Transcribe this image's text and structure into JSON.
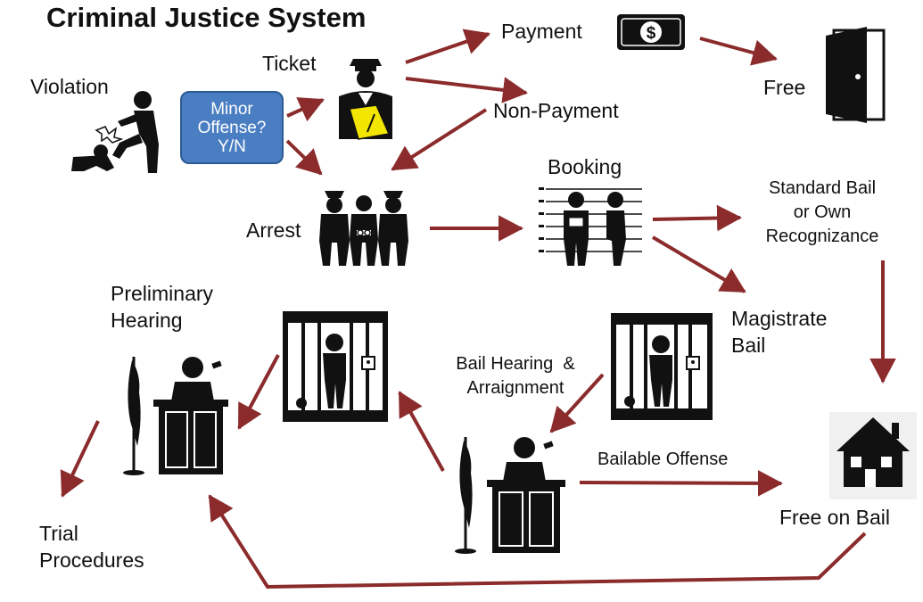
{
  "title": "Criminal Justice System",
  "decision": {
    "line1": "Minor",
    "line2": "Offense?",
    "line3": "Y/N"
  },
  "nodes": {
    "violation": "Violation",
    "ticket": "Ticket",
    "payment": "Payment",
    "free": "Free",
    "non_payment": "Non-Payment",
    "arrest": "Arrest",
    "booking": "Booking",
    "standard_bail": [
      "Standard Bail",
      "or Own",
      "Recognizance"
    ],
    "magistrate_bail": [
      "Magistrate",
      "Bail"
    ],
    "preliminary_hearing": [
      "Preliminary",
      "Hearing"
    ],
    "bail_hearing": [
      "Bail Hearing  &",
      "Arraignment"
    ],
    "bailable_offense": "Bailable Offense",
    "free_on_bail": "Free on Bail",
    "trial_procedures": [
      "Trial",
      "Procedures"
    ]
  },
  "colors": {
    "arrow": "#8b2b2b",
    "decision_fill": "#4a7ec2",
    "decision_text": "#ffffff",
    "ticket_paper": "#f2e600"
  },
  "icons": [
    "fight-icon",
    "police-officer-icon",
    "dollar-bill-icon",
    "open-door-icon",
    "arrest-icon",
    "mugshot-lineup-icon",
    "jail-cell-icon",
    "judge-icon",
    "house-icon"
  ]
}
